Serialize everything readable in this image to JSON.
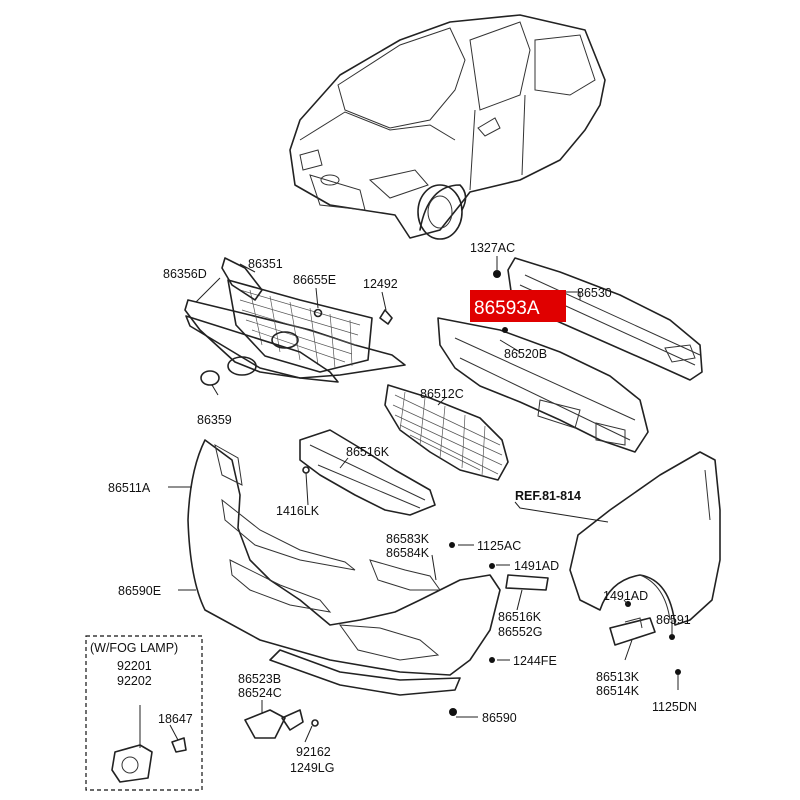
{
  "labels": {
    "p1327ac": "1327AC",
    "p86593a": "86593A",
    "p86530": "86530",
    "p86520b": "86520B",
    "p86356d": "86356D",
    "p86351": "86351",
    "p86655e": "86655E",
    "p12492": "12492",
    "p86359": "86359",
    "p86512c": "86512C",
    "p86516k_a": "86516K",
    "p1416lk": "1416LK",
    "p86511a": "86511A",
    "ref": "REF.81-814",
    "p86583k": "86583K",
    "p86584k": "86584K",
    "p1125ac": "1125AC",
    "p1491ad_a": "1491AD",
    "p86590e": "86590E",
    "p86516k_b": "86516K",
    "p86552g": "86552G",
    "p1491ad_b": "1491AD",
    "p86591": "86591",
    "p1244fe": "1244FE",
    "p86513k": "86513K",
    "p86514k": "86514K",
    "p1125dn": "1125DN",
    "p86590": "86590",
    "fog_title": "(W/FOG LAMP)",
    "p92201": "92201",
    "p92202": "92202",
    "p18647": "18647",
    "p86523b": "86523B",
    "p86524c": "86524C",
    "p92162": "92162",
    "p1249lg": "1249LG"
  },
  "highlight": {
    "color": "#e00000",
    "text_color": "#ffffff"
  }
}
